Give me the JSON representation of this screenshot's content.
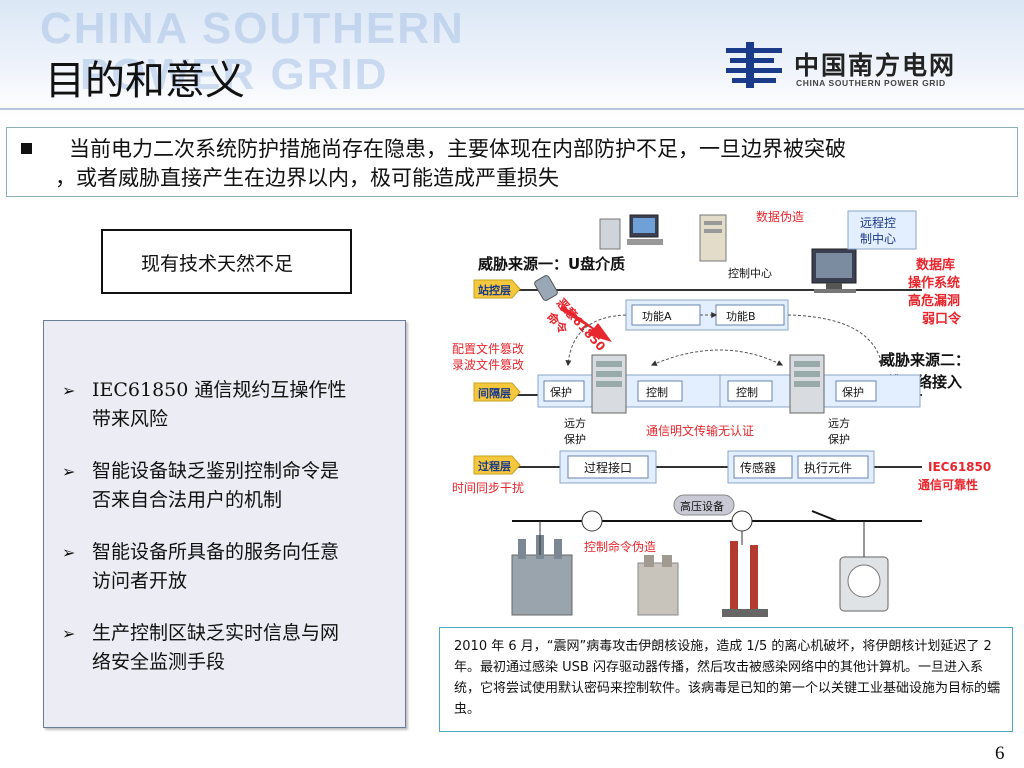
{
  "header": {
    "watermark_lines": [
      "CHINA SOUTHERN",
      "POWER GRID"
    ],
    "title": "目的和意义",
    "logo_cn": "中国南方电网",
    "logo_en": "CHINA SOUTHERN POWER GRID"
  },
  "intro": {
    "line1": "当前电力二次系统防护措施尚存在隐患，主要体现在内部防护不足，一旦边界被突破",
    "line2": "，或者威胁直接产生在边界以内，极可能造成严重损失"
  },
  "left": {
    "box_label": "现有技术天然不足",
    "bullet_glyph": "➢",
    "items": [
      {
        "line1": "IEC61850 通信规约互操作性",
        "line2": "带来风险"
      },
      {
        "line1": "智能设备缺乏鉴别控制命令是",
        "line2": "否来自合法用户的机制"
      },
      {
        "line1": "智能设备所具备的服务向任意",
        "line2": "访问者开放"
      },
      {
        "line1": "生产控制区缺乏实时信息与网",
        "line2": "络安全监测手段"
      }
    ]
  },
  "diagram": {
    "data_forgery": "数据伪造",
    "remote_ctrl_1": "远程控",
    "remote_ctrl_2": "制中心",
    "ctrl_center": "控制中心",
    "threat1": "威胁来源一：U盘介质",
    "threat2_1": "威胁来源二：",
    "threat2_2": "运维网络接入",
    "db_lines": [
      "数据库",
      "操作系统",
      "高危漏洞",
      "弱口令"
    ],
    "malicious_1": "恶意61850",
    "malicious_2": "命令",
    "station_layer": "站控层",
    "bay_layer": "间隔层",
    "process_layer": "过程层",
    "func_a": "功能A",
    "func_b": "功能B",
    "config_tamper_1": "配置文件篡改",
    "config_tamper_2": "录波文件篡改",
    "protect": "保护",
    "control": "控制",
    "remote_protect_1": "远方",
    "remote_protect_2": "保护",
    "plaintext": "通信明文传输无认证",
    "process_iface": "过程接口",
    "sensor": "传感器",
    "actuator": "执行元件",
    "iec_1": "IEC61850",
    "iec_2": "通信可靠性",
    "time_sync": "时间同步干扰",
    "hv_device": "高压设备",
    "cmd_forgery": "控制命令伪造"
  },
  "info": {
    "text": "2010 年 6 月，“震网”病毒攻击伊朗核设施，造成 1/5 的离心机破坏，将伊朗核计划延迟了 2 年。最初通过感染 USB 闪存驱动器传播，然后攻击被感染网络中的其他计算机。一旦进入系统，它将尝试使用默认密码来控制软件。该病毒是已知的第一个以关键工业基础设施为目标的蠕虫。"
  },
  "page_number": "6",
  "colors": {
    "red": "#e8262d",
    "accent_blue": "#1a3a8a",
    "layer_tag": "#f5c73c",
    "box_blue": "#e3efff"
  }
}
